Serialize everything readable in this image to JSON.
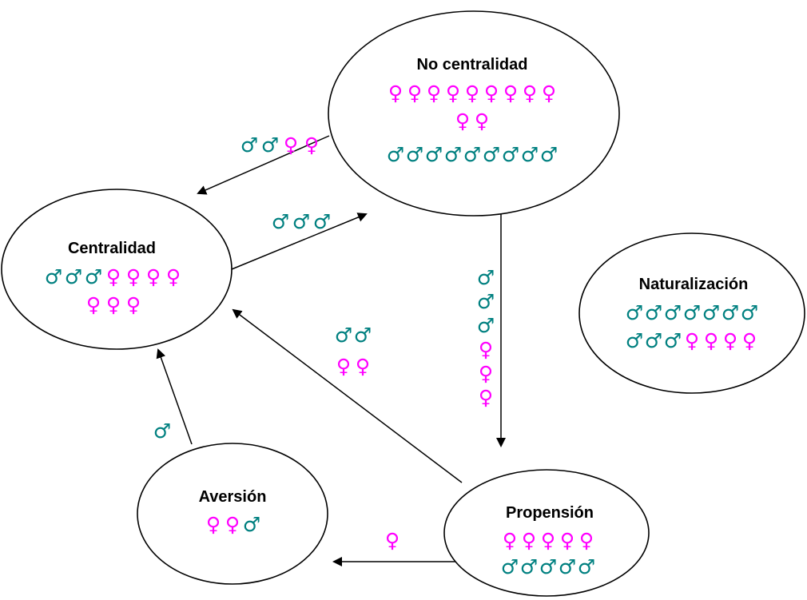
{
  "symbols": {
    "female": "♀",
    "male": "♂"
  },
  "colors": {
    "female": "#ff00ff",
    "male": "#008080",
    "stroke": "#000000"
  },
  "nodes": {
    "no_centralidad": {
      "title": "No centralidad",
      "rows": [
        {
          "female": 9,
          "male": 0
        },
        {
          "female": 2,
          "male": 0
        },
        {
          "female": 0,
          "male": 9
        }
      ]
    },
    "centralidad": {
      "title": "Centralidad",
      "rows": [
        {
          "order": [
            "male",
            "male",
            "male",
            "female",
            "female",
            "female",
            "female"
          ]
        },
        {
          "order": [
            "female",
            "female",
            "female"
          ]
        }
      ]
    },
    "naturalizacion": {
      "title": "Naturalización",
      "rows": [
        {
          "order": [
            "male",
            "male",
            "male",
            "male",
            "male",
            "male",
            "male"
          ]
        },
        {
          "order": [
            "male",
            "male",
            "male",
            "female",
            "female",
            "female",
            "female"
          ]
        }
      ]
    },
    "aversion": {
      "title": "Aversión",
      "rows": [
        {
          "order": [
            "female",
            "female",
            "male"
          ]
        }
      ]
    },
    "propension": {
      "title": "Propensión",
      "rows": [
        {
          "order": [
            "female",
            "female",
            "female",
            "female",
            "female"
          ]
        },
        {
          "order": [
            "male",
            "male",
            "male",
            "male",
            "male"
          ]
        }
      ]
    }
  },
  "edges": [
    {
      "from": "No centralidad",
      "to": "Centralidad",
      "label": [
        "male",
        "male",
        "female",
        "female"
      ]
    },
    {
      "from": "Centralidad",
      "to": "No centralidad",
      "label": [
        "male",
        "male",
        "male"
      ]
    },
    {
      "from": "No centralidad",
      "to": "Propensión",
      "label": [
        "male",
        "male",
        "male",
        "female",
        "female",
        "female"
      ]
    },
    {
      "from": "Propensión",
      "to": "Centralidad",
      "label": [
        "male",
        "male",
        "female",
        "female"
      ]
    },
    {
      "from": "Aversión",
      "to": "Centralidad",
      "label": [
        "male"
      ]
    },
    {
      "from": "Propensión",
      "to": "Aversión",
      "label": [
        "female"
      ]
    }
  ]
}
